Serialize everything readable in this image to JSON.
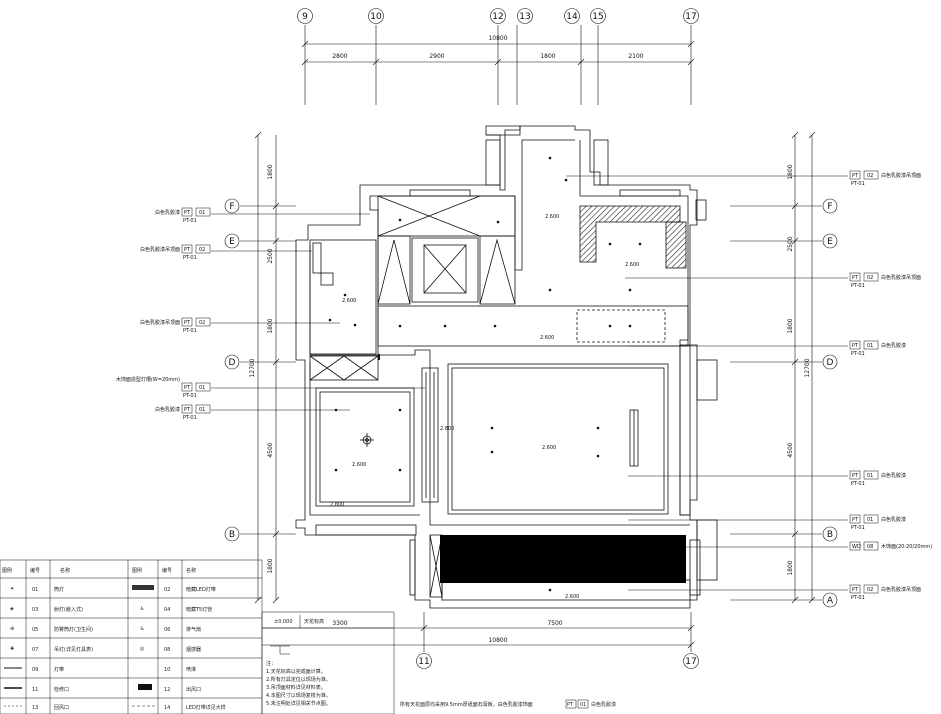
{
  "grid_axes": {
    "top": [
      "9",
      "10",
      "12",
      "13",
      "14",
      "15",
      "17"
    ],
    "bottom": [
      "11",
      "17"
    ],
    "left": [
      "F",
      "E",
      "D",
      "B"
    ],
    "right": [
      "F",
      "E",
      "D",
      "B",
      "A"
    ]
  },
  "dimensions": {
    "top_total": "10800",
    "top_segments": [
      "2800",
      "2900",
      "1800",
      "2100"
    ],
    "bottom_total": "10800",
    "bottom_segments": [
      "3300",
      "7500"
    ],
    "left_segments": [
      "1800",
      "2500",
      "1800",
      "4500",
      "1800"
    ],
    "left_total": "12700",
    "right_segments": [
      "1800",
      "2500",
      "1800",
      "4500",
      "1800"
    ],
    "right_total": "12700"
  },
  "tags": {
    "pt": "PT",
    "pt_code": "PT-01",
    "n01": "01",
    "n02": "02",
    "wd": "WD",
    "n08": "08"
  },
  "left_notes": [
    "白色乳胶漆",
    "白色乳胶漆吊顶面",
    "白色乳胶漆吊顶面",
    "木饰面造型灯槽(W=20mm)",
    "白色乳胶漆"
  ],
  "right_notes": [
    "白色乳胶漆吊顶面",
    "白色乳胶漆吊顶面",
    "白色乳胶漆",
    "白色乳胶漆",
    "白色乳胶漆",
    "木饰面(20-20/20mm)",
    "白色乳胶漆吊顶面"
  ],
  "ceiling_labels": [
    "2.600",
    "2.600",
    "2.600",
    "2.600",
    "2.600",
    "2.600",
    "2.800",
    "2.800",
    "2.600"
  ],
  "legend": {
    "header": [
      "图例",
      "编号",
      "名称",
      "图例",
      "编号",
      "名称"
    ],
    "rows": [
      [
        "01",
        "筒灯",
        "02",
        "暗藏LED灯带"
      ],
      [
        "03",
        "射灯(嵌入式)",
        "04",
        "暗藏T5灯管"
      ],
      [
        "05",
        "防雾筒灯(卫生间)",
        "06",
        "排气扇"
      ],
      [
        "07",
        "吊灯(详见灯具表)",
        "08",
        "烟感器"
      ],
      [
        "09",
        "灯带",
        "10",
        "喷淋"
      ],
      [
        "11",
        "检修口",
        "12",
        "出风口"
      ],
      [
        "13",
        "回风口",
        "14",
        "LED灯带详见大样"
      ]
    ]
  },
  "notes": {
    "level_mark": "±0.000",
    "level_desc": "天花标高",
    "lines": [
      "注：",
      "1.天花标高以完成面计算。",
      "2.所有灯具定位以现场为准。",
      "3.吊顶面材料详见材料表。",
      "4.本图尺寸以现场复核为准。",
      "5.未注明处详见相关节点图。"
    ],
    "footer": "所有天花面层均采用9.5mm厚纸面石膏板，白色乳胶漆饰面",
    "footer_tag": "PT",
    "footer_tag_code": "01",
    "footer_tag_desc": "白色乳胶漆"
  },
  "colors": {
    "line": "#111111",
    "fill_dark": "#000000",
    "fill_hatch": "#666666"
  }
}
